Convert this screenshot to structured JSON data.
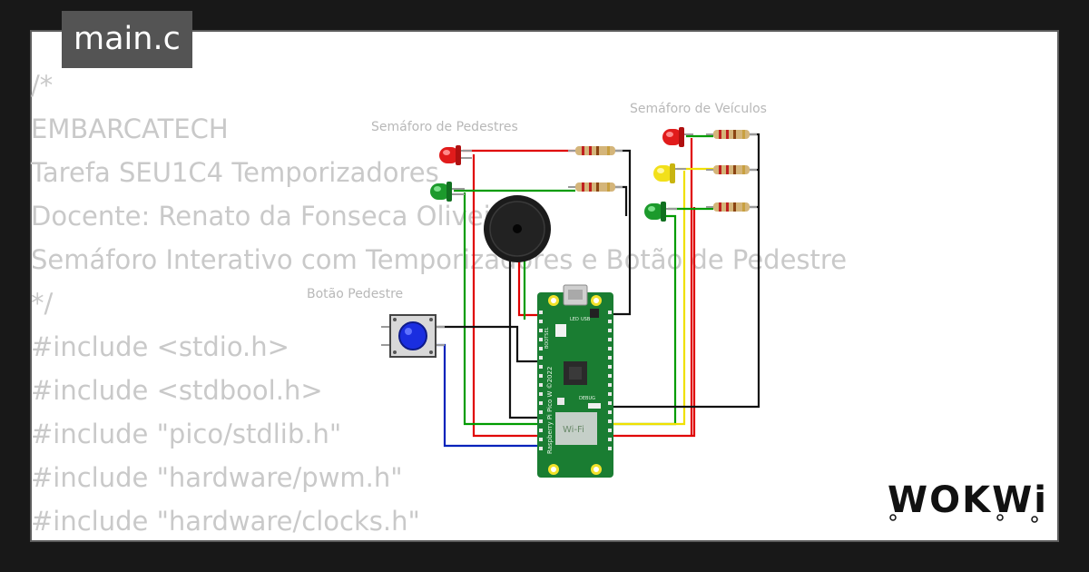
{
  "editor": {
    "file_tab": "main.c",
    "code_lines": [
      "/*",
      "EMBARCATECH",
      "Tarefa SEU1C4 Temporizadores",
      "Docente: Renato da Fonseca Oliveira",
      "Semáforo Interativo com Temporizadores e Botão de Pedestre",
      "*/",
      "#include <stdio.h>",
      "#include <stdbool.h>",
      "#include \"pico/stdlib.h\"",
      "#include \"hardware/pwm.h\"",
      "#include \"hardware/clocks.h\""
    ]
  },
  "circuit": {
    "labels": {
      "pedestrian_lights": "Semáforo de Pedestres",
      "vehicle_lights": "Semáforo de Veículos",
      "pedestrian_button": "Botão Pedestre"
    },
    "board": {
      "wifi_label": "Wi-Fi",
      "debug_label": "DEBUG",
      "bootsel_label": "BOOTSEL",
      "usb_label": "USB",
      "led_label": "LED",
      "vertical_text": "Raspberry Pi Pico W ©2022"
    },
    "colors": {
      "board": "#1a7d32",
      "wire_red": "#e00000",
      "wire_green": "#009c00",
      "wire_yellow": "#f0e000",
      "wire_blue": "#0022bb",
      "wire_black": "#111111",
      "led_red": "#e11b1b",
      "led_yellow": "#f2e01a",
      "led_green": "#1c9a2c",
      "button_cap": "#1a2ee0"
    }
  },
  "brand": {
    "logo_text": "WOKWi"
  }
}
